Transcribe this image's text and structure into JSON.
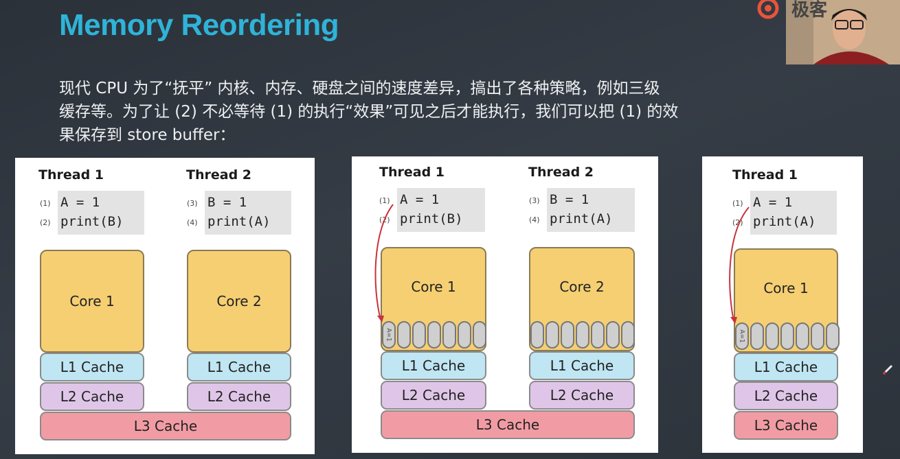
{
  "slide": {
    "title": "Memory Reordering",
    "paragraph_lines": [
      "现代 CPU 为了“抚平” 内核、内存、硬盘之间的速度差异，搞出了各种策略，例如三级",
      "缓存等。为了让 (2) 不必等待 (1) 的执行“效果”可见之后才能执行，我们可以把 (1) 的效",
      "果保存到 store buffer："
    ]
  },
  "overlay": {
    "brand": "极客",
    "icons": [
      "geek-logo-icon",
      "pen-cursor-icon"
    ]
  },
  "panels": [
    {
      "threads": [
        {
          "label": "Thread 1",
          "nums": [
            "(1)",
            "(2)"
          ],
          "code": [
            "A = 1",
            "print(B)"
          ],
          "core": "Core 1"
        },
        {
          "label": "Thread 2",
          "nums": [
            "(3)",
            "(4)"
          ],
          "code": [
            "B = 1",
            "print(A)"
          ],
          "core": "Core 2"
        }
      ],
      "l1": "L1 Cache",
      "l2": "L2 Cache",
      "l3": "L3 Cache"
    },
    {
      "threads": [
        {
          "label": "Thread 1",
          "nums": [
            "(1)",
            "(2)"
          ],
          "code": [
            "A = 1",
            "print(B)"
          ],
          "core": "Core 1",
          "buffer_entry": "A=1"
        },
        {
          "label": "Thread 2",
          "nums": [
            "(3)",
            "(4)"
          ],
          "code": [
            "B = 1",
            "print(A)"
          ],
          "core": "Core 2"
        }
      ],
      "l1": "L1 Cache",
      "l2": "L2 Cache",
      "l3": "L3 Cache"
    },
    {
      "threads": [
        {
          "label": "Thread 1",
          "nums": [
            "(1)",
            "(2)"
          ],
          "code": [
            "A = 1",
            "print(A)"
          ],
          "core": "Core 1",
          "buffer_entry": "A=1"
        }
      ],
      "l1": "L1 Cache",
      "l2": "L2 Cache",
      "l3": "L3 Cache"
    }
  ],
  "colors": {
    "title": "#2fb3d8",
    "core": "#f5cf72",
    "l1": "#bfe6f2",
    "l2": "#dfc6e8",
    "l3": "#f19ca4",
    "arrow": "#c8323c"
  }
}
